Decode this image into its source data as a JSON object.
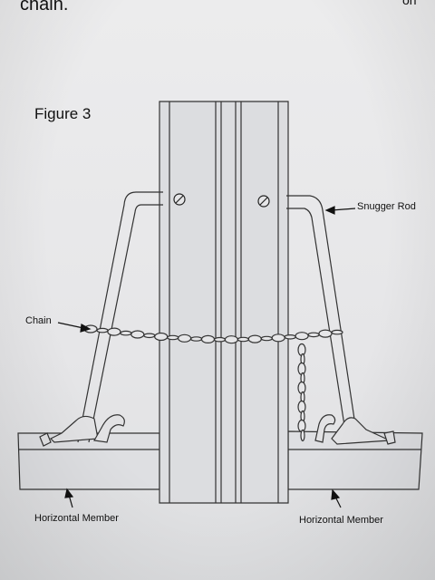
{
  "header": {
    "top_text": "chain.",
    "top_right_fragment": "on"
  },
  "figure": {
    "title": "Figure 3",
    "labels": {
      "snugger_rod": "Snugger Rod",
      "chain": "Chain",
      "horizontal_member_left": "Horizontal Member",
      "horizontal_member_right": "Horizontal Member"
    }
  },
  "colors": {
    "paper": "#e9e9ea",
    "ink": "#2a2a2a",
    "post_fill": "#dcdde0"
  }
}
